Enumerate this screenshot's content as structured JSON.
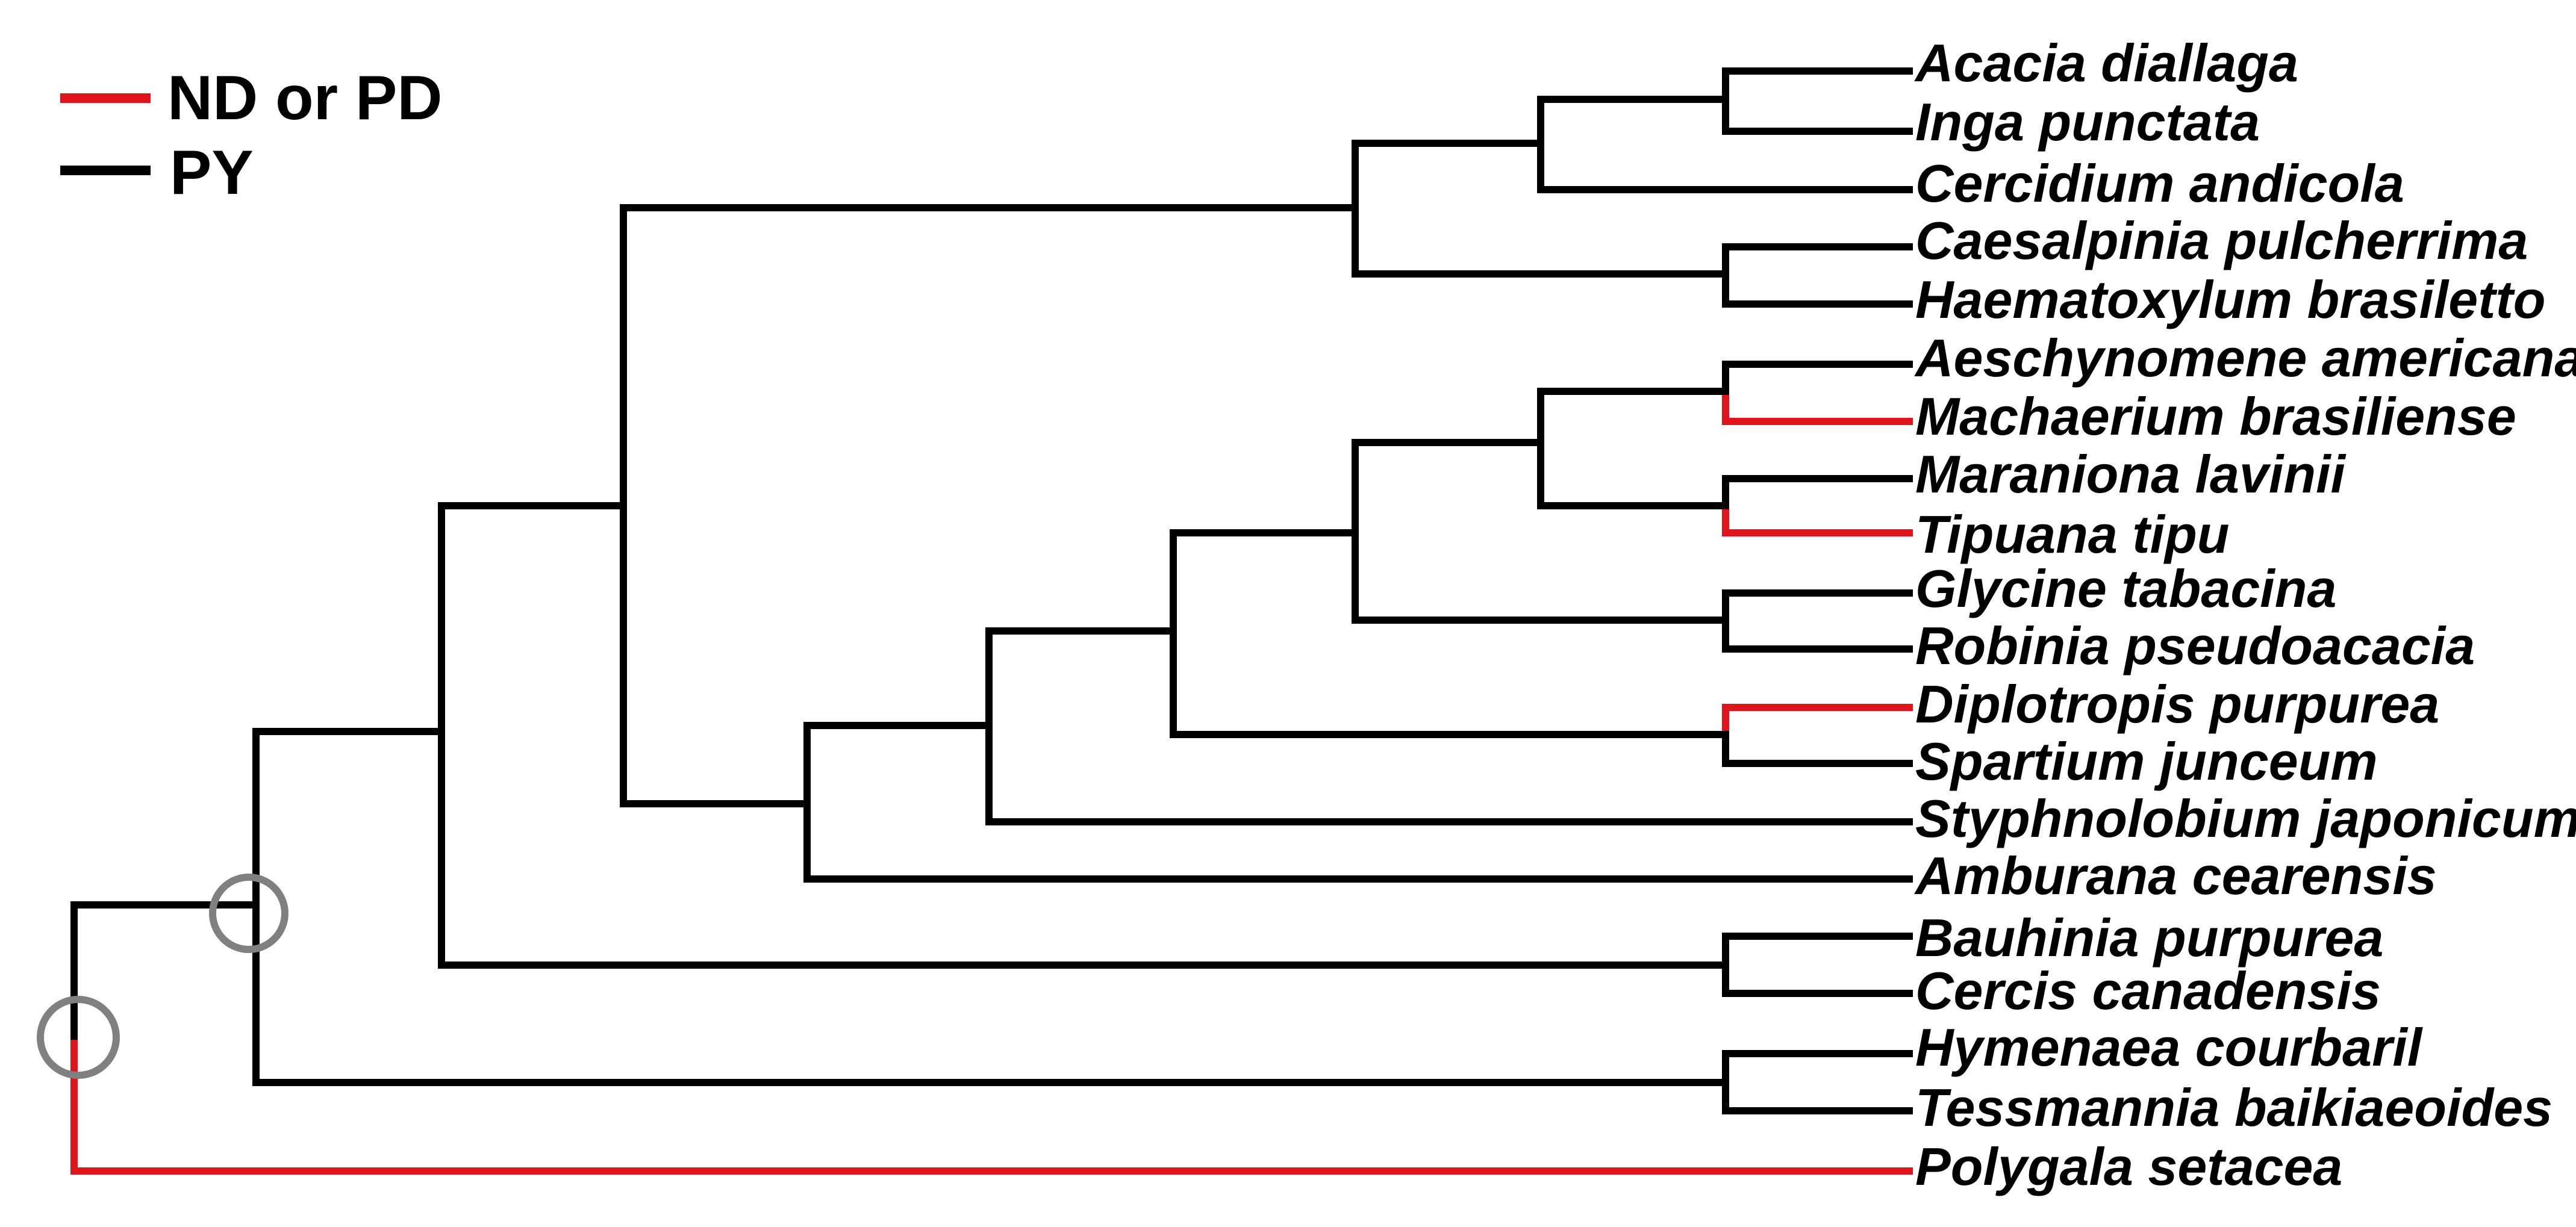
{
  "legend": {
    "items": [
      {
        "label": "ND or PD",
        "color": "#e0141b"
      },
      {
        "label": "PY",
        "color": "#000000"
      }
    ]
  },
  "taxa": [
    "Acacia diallaga",
    "Inga punctata",
    "Cercidium andicola",
    "Caesalpinia pulcherrima",
    "Haematoxylum brasiletto",
    "Aeschynomene americana",
    "Machaerium brasiliense",
    "Maraniona lavinii",
    "Tipuana tipu",
    "Glycine tabacina",
    "Robinia pseudoacacia",
    "Diplotropis purpurea",
    "Spartium junceum",
    "Styphnolobium japonicum",
    "Amburana cearensis",
    "Bauhinia purpurea",
    "Cercis canadensis",
    "Hymenaea courbaril",
    "Tessmannia baikiaeoides",
    "Polygala setacea"
  ],
  "tree": {
    "red_taxa": [
      "Machaerium brasiliense",
      "Tipuana tipu",
      "Diplotropis purpurea",
      "Polygala setacea"
    ],
    "highlighted_nodes": 2,
    "colors": {
      "red": "#e0141b",
      "black": "#000000",
      "circle": "#808080"
    }
  }
}
